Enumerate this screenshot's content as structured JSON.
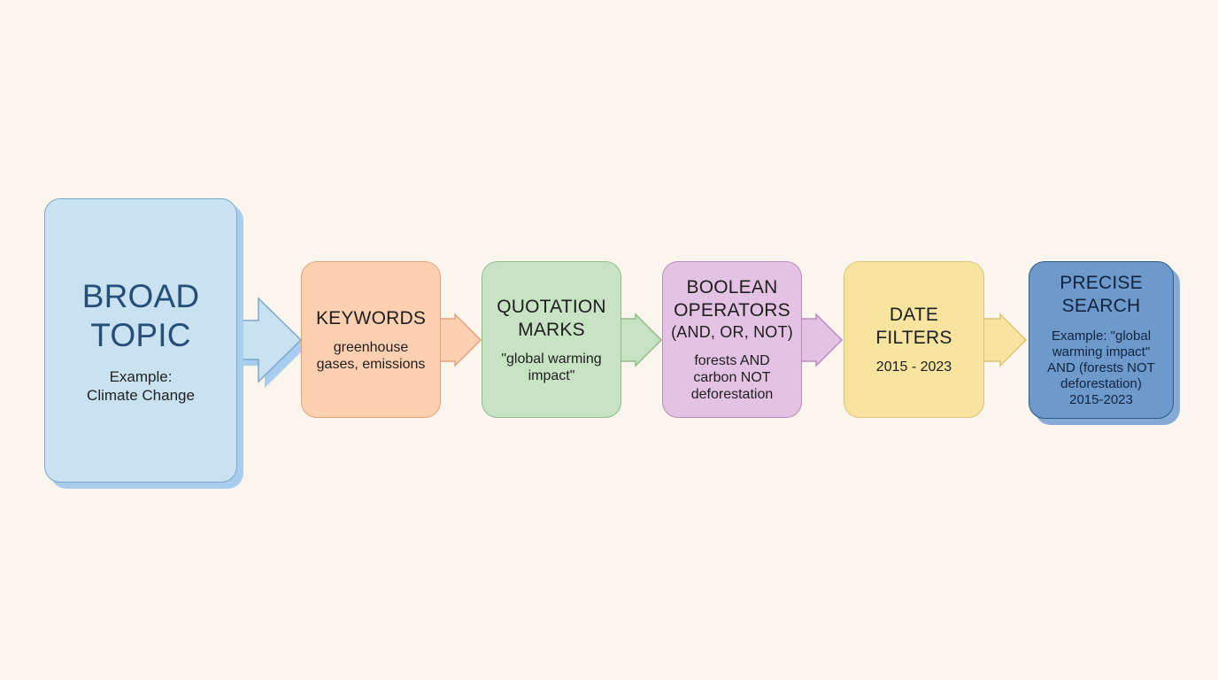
{
  "diagram": {
    "type": "flow",
    "direction": "left-to-right",
    "background": "#faf6ee",
    "steps": [
      {
        "id": "broad-topic",
        "title": "BROAD TOPIC",
        "title_lines": [
          "BROAD",
          "TOPIC"
        ],
        "detail_lines": [
          "Example:",
          "Climate Change"
        ],
        "fill": "#c9e2f1",
        "stroke": "#7aa7cf"
      },
      {
        "id": "keywords",
        "title": "KEYWORDS",
        "title_lines": [
          "KEYWORDS"
        ],
        "detail_lines": [
          "greenhouse",
          "gases, emissions"
        ],
        "fill": "#fcd0b1",
        "stroke": "#e6a27a"
      },
      {
        "id": "quotation-marks",
        "title": "QUOTATION MARKS",
        "title_lines": [
          "QUOTATION",
          "MARKS"
        ],
        "detail_lines": [
          "\"global warming",
          "impact\""
        ],
        "fill": "#c8e3c4",
        "stroke": "#8fbc8a"
      },
      {
        "id": "boolean-operators",
        "title": "BOOLEAN OPERATORS (AND, OR, NOT)",
        "title_lines": [
          "BOOLEAN",
          "OPERATORS",
          "(AND, OR, NOT)"
        ],
        "detail_lines": [
          "forests AND",
          "carbon NOT",
          "deforestation"
        ],
        "fill": "#e4c2e4",
        "stroke": "#b98bbc"
      },
      {
        "id": "date-filters",
        "title": "DATE FILTERS",
        "title_lines": [
          "DATE",
          "FILTERS"
        ],
        "detail_lines": [
          "2015 - 2023"
        ],
        "fill": "#f7e59f",
        "stroke": "#dcc476"
      },
      {
        "id": "precise-search",
        "title": "PRECISE SEARCH",
        "title_lines": [
          "PRECISE",
          "SEARCH"
        ],
        "detail_lines": [
          "Example: \"global",
          "warming impact\"",
          "AND (forests NOT",
          "deforestation)",
          "2015-2023"
        ],
        "fill": "#6d9acb",
        "stroke": "#2e5a8a"
      }
    ],
    "connectors": [
      {
        "from": "broad-topic",
        "to": "keywords",
        "style": "block-arrow",
        "color": "#c9e2f1"
      },
      {
        "from": "keywords",
        "to": "quotation-marks",
        "style": "block-arrow",
        "color": "#fcd0b1"
      },
      {
        "from": "quotation-marks",
        "to": "boolean-operators",
        "style": "block-arrow",
        "color": "#c8e3c4"
      },
      {
        "from": "boolean-operators",
        "to": "date-filters",
        "style": "block-arrow",
        "color": "#e4c2e4"
      },
      {
        "from": "date-filters",
        "to": "precise-search",
        "style": "block-arrow",
        "color": "#f7e59f"
      }
    ]
  }
}
